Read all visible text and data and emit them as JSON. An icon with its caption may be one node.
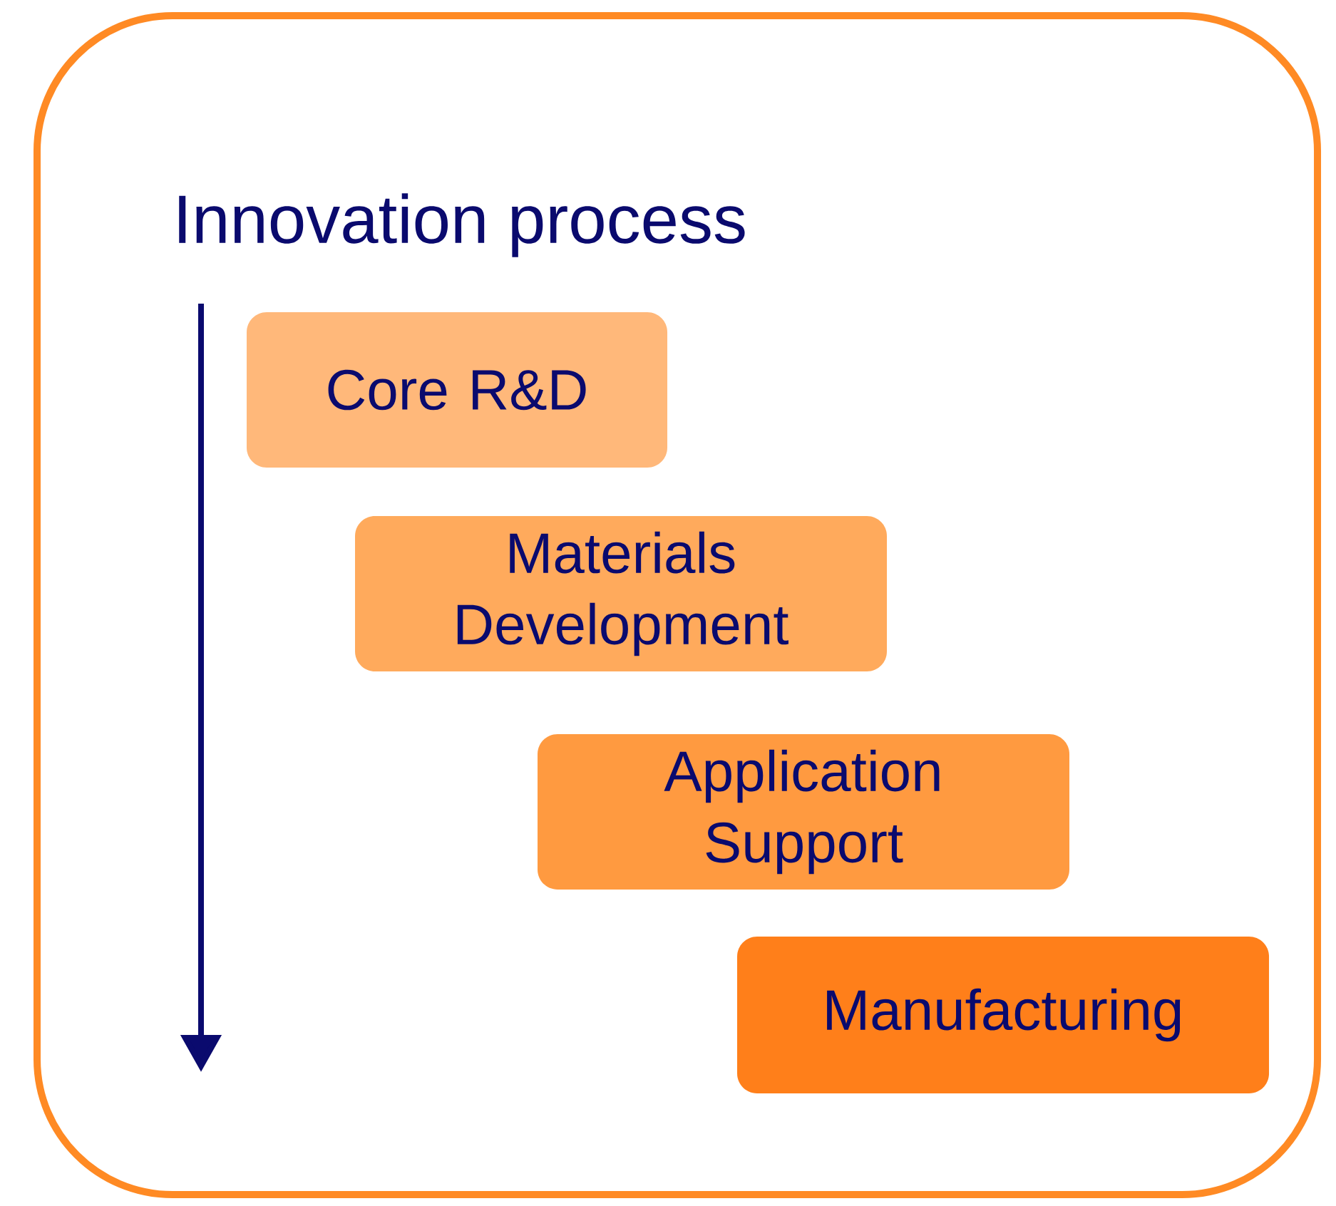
{
  "diagram": {
    "title": "Innovation process",
    "nodes": [
      {
        "text": [
          "Core R&D"
        ]
      },
      {
        "text": [
          "Materials Development"
        ]
      },
      {
        "text": [
          "Application Support"
        ]
      },
      {
        "text": [
          "Manufacturing"
        ]
      }
    ]
  }
}
